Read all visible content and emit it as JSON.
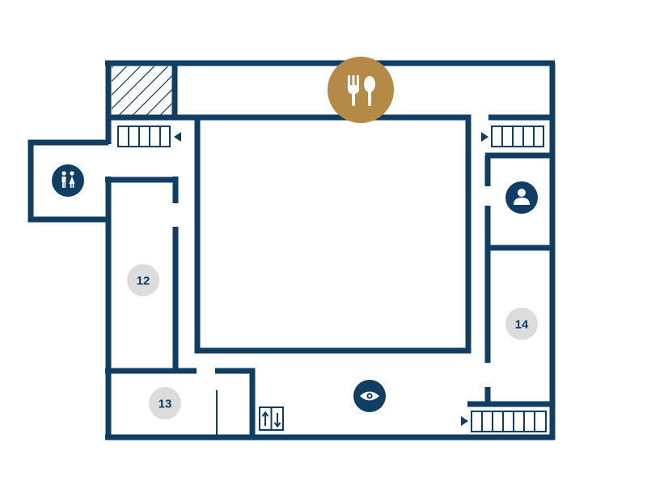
{
  "colors": {
    "wall": "#0f3d63",
    "badge": "#dcdcdc",
    "restaurant": "#b58a47",
    "icon_fg": "#ffffff"
  },
  "rooms": [
    {
      "id": "room-12",
      "number": "12"
    },
    {
      "id": "room-13",
      "number": "13"
    },
    {
      "id": "room-14",
      "number": "14"
    }
  ],
  "icons": [
    {
      "name": "restaurant-icon",
      "meaning": "fork-and-spoon"
    },
    {
      "name": "restroom-icon",
      "meaning": "man-and-woman"
    },
    {
      "name": "person-icon",
      "meaning": "user"
    },
    {
      "name": "viewpoint-icon",
      "meaning": "eye"
    },
    {
      "name": "elevator-icon",
      "meaning": "up-down-arrows"
    }
  ],
  "stairs": [
    {
      "name": "stairs-top-left"
    },
    {
      "name": "stairs-top-right"
    },
    {
      "name": "stairs-bottom-right"
    }
  ]
}
